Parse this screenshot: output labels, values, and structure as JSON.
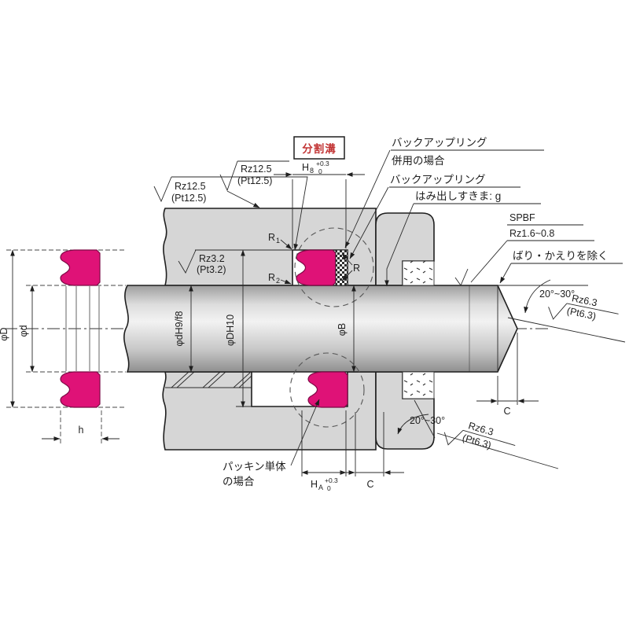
{
  "colors": {
    "seal_pink": "#df1277",
    "housing_gray": "#d6d6d6",
    "red_label": "#c23434",
    "line": "#1f1f1f"
  },
  "left_view": {
    "outer_dia": "φD",
    "inner_dia": "φd",
    "width": "h"
  },
  "groove_top": {
    "split_groove": "分割溝",
    "width_dim": {
      "base": "H",
      "sub": "8",
      "tol_up": "+0.3",
      "tol_dn": "0"
    },
    "backup_with_line1": "バックアップリング",
    "backup_with_line2": "併用の場合",
    "backup_ring": "バックアップリング",
    "extrusion_gap": "はみ出しすきま: g",
    "radius_r1": {
      "base": "R",
      "sub": "1"
    },
    "radius_r2": {
      "base": "R",
      "sub": "2"
    },
    "radius_r": "R",
    "roughness_groove_wall": {
      "line1": "Rz12.5",
      "line2": "(Pt12.5)"
    },
    "roughness_housing_face": {
      "line1": "Rz12.5",
      "line2": "(Pt12.5)"
    },
    "roughness_groove_bottom": {
      "line1": "Rz3.2",
      "line2": "(Pt3.2)"
    }
  },
  "rod": {
    "rod_dia": "φdH9/f8",
    "groove_od": "φDH10",
    "bore_dia": "φB",
    "surface": {
      "line1": "SPBF",
      "line2": "Rz1.6~0.8"
    },
    "deburr": "ばり・かえりを除く",
    "chamfer_angle": "20°~30°",
    "chamfer_length": "C",
    "chamfer_roughness": {
      "line1": "Rz6.3",
      "line2": "(Pt6.3)"
    }
  },
  "groove_bottom": {
    "packing_only_line1": "パッキン単体",
    "packing_only_line2": "の場合",
    "width_dim": {
      "base": "H",
      "sub": "A",
      "tol_up": "+0.3",
      "tol_dn": "0"
    },
    "chamfer_length": "C",
    "chamfer_angle": "20°~30°",
    "chamfer_roughness": {
      "line1": "Rz6.3",
      "line2": "(Pt6.3)"
    }
  }
}
